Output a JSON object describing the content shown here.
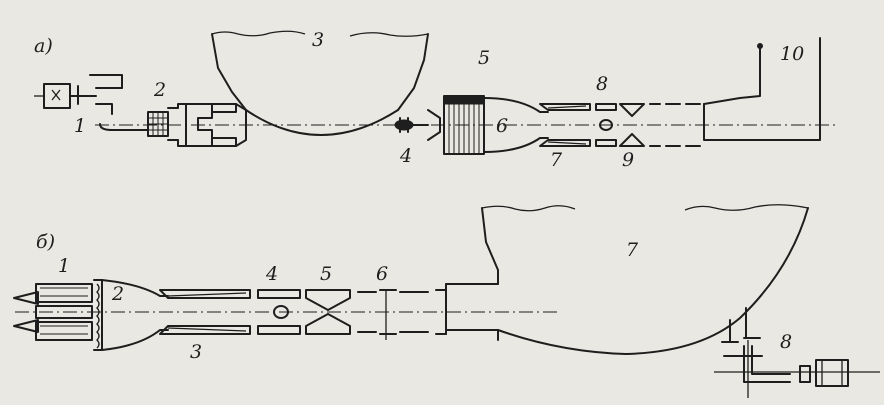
{
  "figure": {
    "panel_a": {
      "label": "а)",
      "callouts": [
        "1",
        "2",
        "3",
        "4",
        "5",
        "6",
        "7",
        "8",
        "9",
        "10"
      ]
    },
    "panel_b": {
      "label": "б)",
      "callouts": [
        "1",
        "2",
        "3",
        "4",
        "5",
        "6",
        "7",
        "8"
      ]
    }
  }
}
